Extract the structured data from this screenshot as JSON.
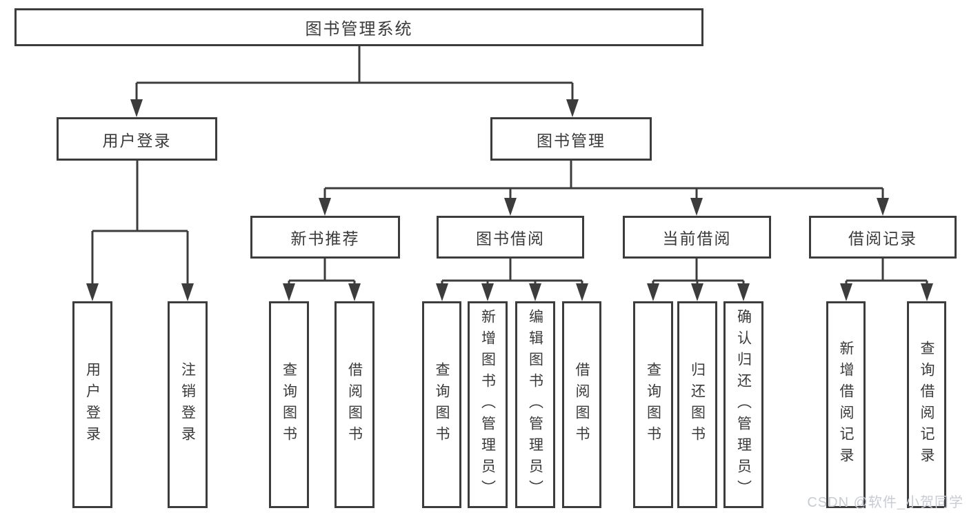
{
  "colors": {
    "line": "#3c3c3c",
    "box_border": "#3c3c3c",
    "text": "#3a3a3a",
    "background": "#ffffff",
    "watermark": "#c7ccd2"
  },
  "diagram": {
    "root": {
      "label": "图书管理系统"
    },
    "level2": [
      {
        "label": "用户登录"
      },
      {
        "label": "图书管理"
      }
    ],
    "level3": [
      {
        "label": "新书推荐"
      },
      {
        "label": "图书借阅"
      },
      {
        "label": "当前借阅"
      },
      {
        "label": "借阅记录"
      }
    ],
    "leaves": [
      {
        "label": "用户登录"
      },
      {
        "label": "注销登录"
      },
      {
        "label": "查询图书"
      },
      {
        "label": "借阅图书"
      },
      {
        "label": "查询图书"
      },
      {
        "label": "新增图书（管理员）"
      },
      {
        "label": "编辑图书（管理员）"
      },
      {
        "label": "借阅图书"
      },
      {
        "label": "查询图书"
      },
      {
        "label": "归还图书"
      },
      {
        "label": "确认归还（管理员）"
      },
      {
        "label": "新增借阅记录"
      },
      {
        "label": "查询借阅记录"
      }
    ]
  },
  "watermark": {
    "text": "CSDN @软件_小贺同学"
  }
}
